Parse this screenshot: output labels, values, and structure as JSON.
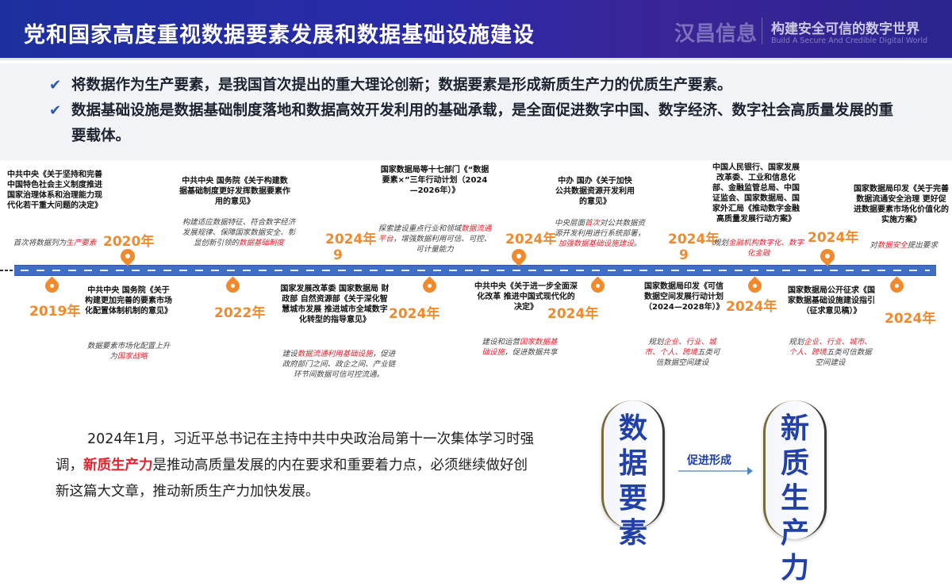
{
  "header": {
    "title": "党和国家高度重视数据要素发展和数据基础设施建设",
    "logo_text": "汉昌信息",
    "tagline": "构建安全可信的数字世界",
    "tagline_en": "Build A Secure And Credible Digital World"
  },
  "bullets": [
    "将数据作为生产要素，是我国首次提出的重大理论创新；数据要素是形成新质生产力的优质生产要素。",
    "数据基础设施是数据基础制度落地和数据高效开发利用的基础承载，是全面促进数字中国、数字经济、数字社会高质量发展的重要载体。"
  ],
  "timeline": {
    "years": [
      "2019年",
      "2020年",
      "2022年",
      "2024年",
      "9",
      "2024年",
      "2024年",
      "2024年",
      "2024年",
      "9",
      "2024年",
      "2024年",
      "2024年"
    ],
    "events": [
      {
        "doc": "中共中央《关于坚持和完善中国特色社会主义制度推进国家治理体系和治理能力现代化若干重大问题的决定》",
        "note": [
          {
            "t": "首次将数据列为"
          },
          {
            "t": "生产要素",
            "hl": true
          }
        ]
      },
      {
        "doc": "中共中央 国务院《关于构建更加完善的要素市场化配置体制机制的意见》",
        "note": [
          {
            "t": "数据要素市场化配置上升为"
          },
          {
            "t": "国家战略",
            "hl": true
          }
        ]
      },
      {
        "doc": "中共中央 国务院《关于构建数据基础制度更好发挥数据要素作用的意见》",
        "note": [
          {
            "t": "构建适应数据特征、符合数字经济发展规律、保障国家数据安全、彰显创新引领的"
          },
          {
            "t": "数据基础制度",
            "hl": true
          }
        ]
      },
      {
        "doc": "国家数据局等十七部门《“数据要素×”三年行动计划（2024—2026年）》",
        "note": [
          {
            "t": "探索建设重点行业和领域"
          },
          {
            "t": "数据流通平台",
            "hl": true
          },
          {
            "t": "，增强数据利用可信、可控、可计量能力"
          }
        ]
      },
      {
        "doc": "国家发展改革委 国家数据局 财政部 自然资源部《关于深化智慧城市发展 推进城市全域数字化转型的指导意见》",
        "note": [
          {
            "t": "建设"
          },
          {
            "t": "数据流通利用基础设施",
            "hl": true
          },
          {
            "t": "，促进政府部门之间、政企之间、产业链环节间数据可信可控流通。"
          }
        ]
      },
      {
        "doc": "中共中央《关于进一步全面深化改革 推进中国式现代化的决定》",
        "note": [
          {
            "t": "建设和运营"
          },
          {
            "t": "国家数据基础设施",
            "hl": true
          },
          {
            "t": "，促进数据共享"
          }
        ]
      },
      {
        "doc": "中办 国办《关于加快公共数据资源开发利用的意见》",
        "note": [
          {
            "t": "中央层面"
          },
          {
            "t": "首次",
            "hl": true
          },
          {
            "t": "对公共数据资源开发利用进行系统部署，"
          },
          {
            "t": "加强数据基础设施建设",
            "hl": true
          },
          {
            "t": "。"
          }
        ]
      },
      {
        "doc": "中国人民银行、国家发展改革委、工业和信息化部、金融监管总局、中国证监会、国家数据局、国家外汇局《推动数字金融高质量发展行动方案》",
        "note": [
          {
            "t": "规划"
          },
          {
            "t": "金融机构数字化、数字化金融",
            "hl": true
          }
        ]
      },
      {
        "doc": "国家数据局印发《可信数据空间发展行动计划（2024—2028年）》",
        "note": [
          {
            "t": "规划"
          },
          {
            "t": "企业、行业、城市、个人、跨境",
            "hl": true
          },
          {
            "t": "五类可信数据空间建设"
          }
        ]
      },
      {
        "doc": "国家数据局公开征求《国家数据基础设施建设指引（征求意见稿）》",
        "note": [
          {
            "t": "规划"
          },
          {
            "t": "企业、行业、城市、个人、跨境",
            "hl": true
          },
          {
            "t": "五类可信数据空间建设"
          }
        ]
      },
      {
        "doc": "国家数据局印发《关于完善数据流通安全治理 更好促进数据要素市场化价值化的实施方案》",
        "note": [
          {
            "t": "对"
          },
          {
            "t": "数据安全",
            "hl": true
          },
          {
            "t": "提出要求"
          }
        ]
      }
    ]
  },
  "quote": {
    "before": "2024年1月，习近平总书记在主持中共中央政治局第十一次集体学习时强调，",
    "highlight": "新质生产力",
    "after": "是推动高质量发展的内在要求和重要着力点，必须继续做好创新这篇大文章，推动新质生产力加快发展。"
  },
  "diagram": {
    "left": "数据要素",
    "right": "新质生产力",
    "arrow_label": "促进形成"
  },
  "colors": {
    "accent": "#f08a2c",
    "highlight": "#e2232e",
    "bar": "#3f6fc4",
    "brand": "#2140a8"
  }
}
